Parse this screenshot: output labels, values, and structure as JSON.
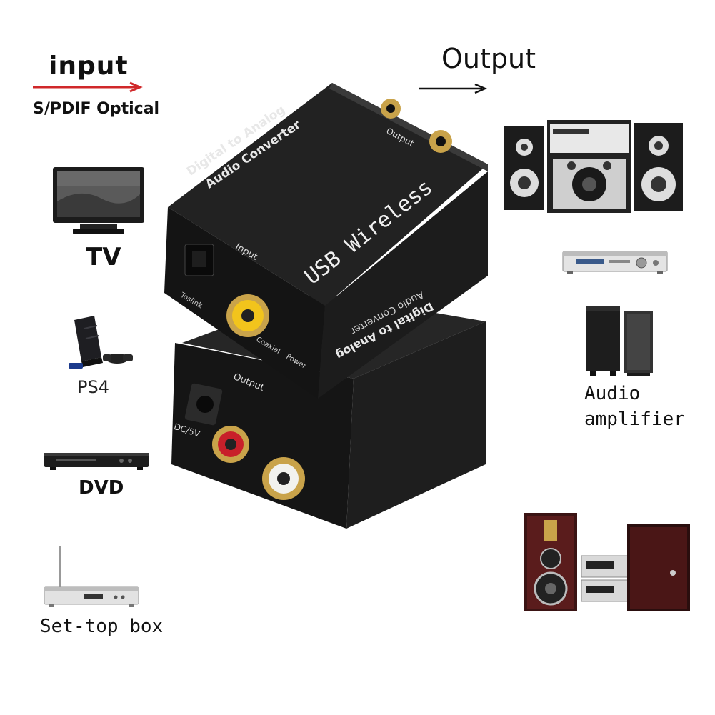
{
  "input_section": {
    "title": "input",
    "subtitle": "S/PDIF Optical",
    "arrow_color": "#d0282a"
  },
  "output_section": {
    "title": "Output"
  },
  "sources": [
    {
      "label": "TV",
      "icon": "tv-icon"
    },
    {
      "label": "PS4",
      "icon": "ps4-console-icon"
    },
    {
      "label": "DVD",
      "icon": "dvd-player-icon"
    },
    {
      "label": "Set-top box",
      "icon": "set-top-box-icon"
    }
  ],
  "outputs": [
    {
      "label": "",
      "icon": "speaker-system-icon"
    },
    {
      "label": "",
      "icon": "receiver-icon"
    },
    {
      "label": "Audio amplifier",
      "label_line1": "Audio",
      "label_line2": "amplifier",
      "icon": "amplifier-speakers-icon"
    },
    {
      "label": "",
      "icon": "hifi-system-icon"
    }
  ],
  "device_top": {
    "print_line1": "Digital to Analog",
    "print_line2": "Audio Converter",
    "brand": "USB Wireless",
    "port_input": "Input",
    "port_output": "Output",
    "port_toslink": "Toslink",
    "port_coaxial": "Coaxial",
    "port_power": "Power"
  },
  "device_bottom": {
    "print_line1": "Digital to Analog",
    "print_line2": "Audio Converter",
    "port_output": "Output",
    "port_dc": "DC/5V"
  },
  "colors": {
    "device_body": "#1a1a1a",
    "device_face": "#0e0e0e",
    "gold": "#c9a34a",
    "rca_red": "#c8202a",
    "rca_yellow": "#f2c41c",
    "rca_white": "#f2f2ee"
  }
}
